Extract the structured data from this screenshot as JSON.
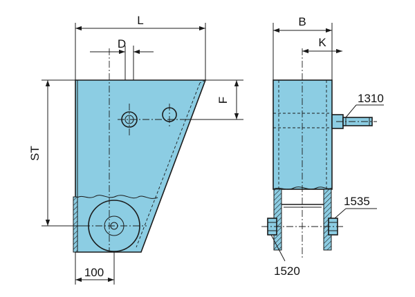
{
  "colors": {
    "part_fill": "#8ccde3",
    "line": "#1a1a1a",
    "background": "#ffffff"
  },
  "labels": {
    "L": "L",
    "D": "D",
    "F": "F",
    "ST": "ST",
    "dim_100": "100",
    "B": "B",
    "K": "K",
    "part_1310": "1310",
    "part_1535": "1535",
    "part_1520": "1520"
  }
}
